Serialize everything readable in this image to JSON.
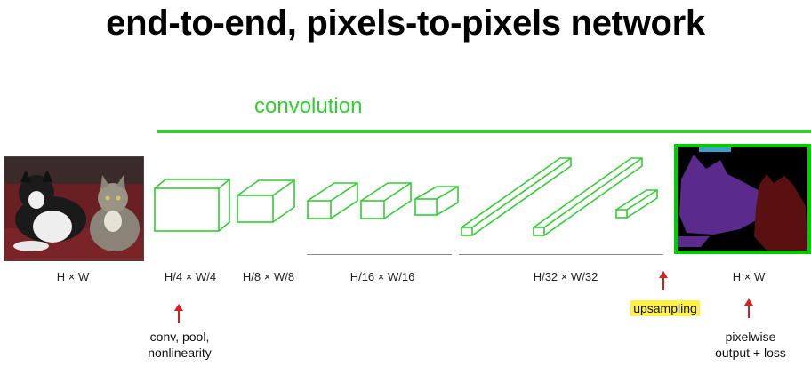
{
  "title": "end-to-end, pixels-to-pixels network",
  "convolution_label": "convolution",
  "labels": {
    "input": "H × W",
    "stage1": "H/4 × W/4",
    "stage2": "H/8 × W/8",
    "stage3": "H/16 × W/16",
    "stage4": "H/32 × W/32",
    "output": "H × W"
  },
  "notes": {
    "conv": [
      "conv, pool,",
      "nonlinearity"
    ],
    "upsampling": "upsampling",
    "pixelwise": [
      "pixelwise",
      "output + loss"
    ]
  },
  "colors": {
    "accent_green": "#33cc33",
    "arrow_red": "#cc2222",
    "highlight_yellow": "#fff14a",
    "seg_background": "#00cc00",
    "seg_dog": "#5a2a8c",
    "seg_cat": "#5a1010"
  }
}
